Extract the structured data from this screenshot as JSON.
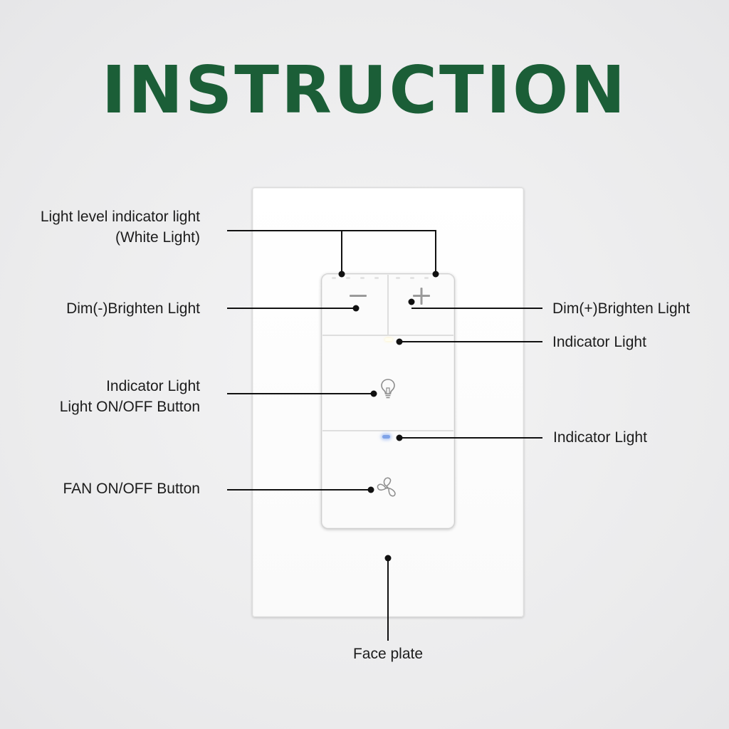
{
  "title": "INSTRUCTION",
  "colors": {
    "title": "#1b5e37",
    "line": "#111111",
    "plate": "#ffffff",
    "indicator_blue": "#7fa3e8"
  },
  "labels": {
    "light_level_line1": "Light level indicator light",
    "light_level_line2": "(White Light)",
    "dim_minus": "Dim(-)Brighten Light",
    "dim_plus": "Dim(+)Brighten Light",
    "indicator_light_top": "Indicator Light",
    "light_onoff_line1": "Indicator Light",
    "light_onoff_line2": "Light ON/OFF Button",
    "indicator_light_bottom": "Indicator Light",
    "fan_onoff": "FAN ON/OFF Button",
    "face_plate": "Face plate"
  },
  "icons": {
    "minus": "minus-icon",
    "plus": "plus-icon",
    "bulb": "lightbulb-icon",
    "fan": "fan-icon"
  }
}
